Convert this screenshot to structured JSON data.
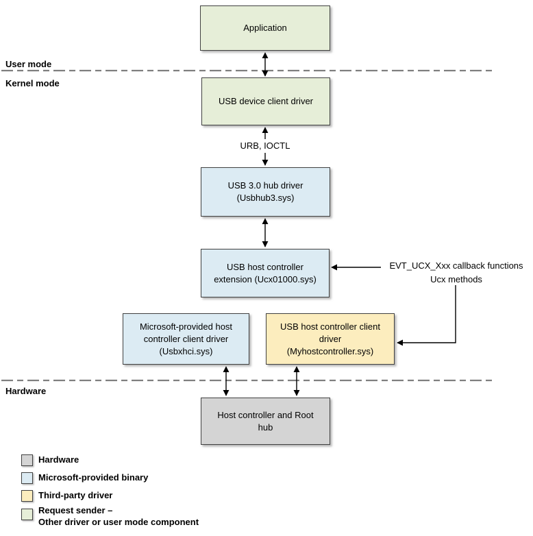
{
  "diagram": {
    "section_labels": {
      "user_mode": "User mode",
      "kernel_mode": "Kernel mode",
      "hardware": "Hardware"
    },
    "boxes": [
      {
        "id": "application",
        "label": "Application",
        "fill": "request_sender"
      },
      {
        "id": "usb-device-client-driver",
        "label": "USB device client driver",
        "fill": "request_sender"
      },
      {
        "id": "usb3-hub-driver",
        "label": "USB 3.0 hub driver\n(Usbhub3.sys)",
        "fill": "microsoft_binary"
      },
      {
        "id": "usb-host-controller-extension",
        "label": "USB host controller\nextension (Ucx01000.sys)",
        "fill": "microsoft_binary"
      },
      {
        "id": "microsoft-host-controller-client-driver",
        "label": "Microsoft-provided host\ncontroller client driver\n(Usbxhci.sys)",
        "fill": "microsoft_binary"
      },
      {
        "id": "usb-host-controller-client-driver",
        "label": "USB host controller client\ndriver\n(Myhostcontroller.sys)",
        "fill": "third_party"
      },
      {
        "id": "host-controller-root-hub",
        "label": "Host controller and Root\nhub",
        "fill": "hardware"
      }
    ],
    "edge_labels": {
      "urb_ioctl": "URB, IOCTL",
      "evt_callbacks_line1": "EVT_UCX_Xxx callback functions",
      "evt_callbacks_line2": "Ucx methods"
    },
    "legend": {
      "items": [
        {
          "label": "Hardware",
          "fill": "hardware"
        },
        {
          "label": "Microsoft-provided binary",
          "fill": "microsoft_binary"
        },
        {
          "label": "Third-party driver",
          "fill": "third_party"
        },
        {
          "label": "Request sender –\nOther driver or user mode component",
          "fill": "request_sender"
        }
      ]
    }
  },
  "colors": {
    "request_sender": "#e6eed8",
    "microsoft_binary": "#dcebf3",
    "third_party": "#fcedbe",
    "hardware": "#d4d4d4",
    "box_border": "#404040",
    "divider": "#7f7f7f",
    "arrow": "#000000",
    "text": "#000000"
  }
}
